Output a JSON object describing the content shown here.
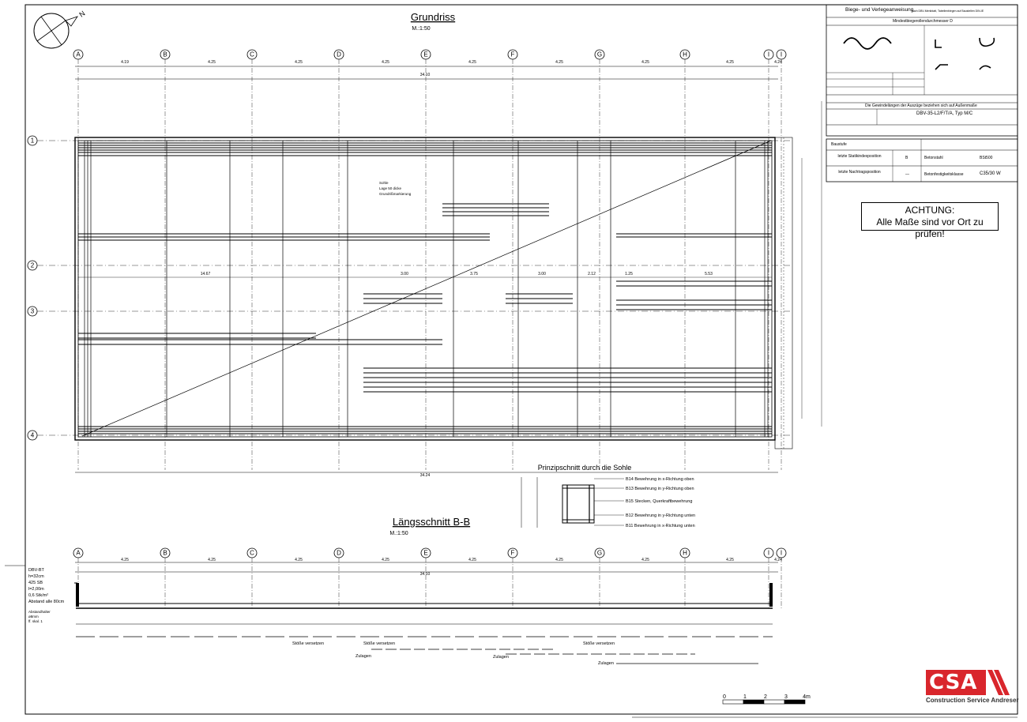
{
  "plan": {
    "title": "Grundriss",
    "scale": "M.:1:50",
    "north_label": "N",
    "axes_x": [
      "A",
      "B",
      "C",
      "D",
      "E",
      "F",
      "G",
      "H",
      "I",
      "I"
    ],
    "axes_y": [
      "1",
      "2",
      "3",
      "4"
    ],
    "span_dims": [
      "4.19",
      "4.25",
      "4.25",
      "4.25",
      "4.25",
      "4.25",
      "4.25",
      "4.25",
      "4.24"
    ],
    "total_dim": "34.10",
    "bottom_total_dim": "34.24",
    "inner_dims": [
      "14.67",
      "3.00",
      "3.75",
      "3.00",
      "2.12",
      "1.25",
      "5.53"
    ],
    "slab_note": [
      "Sohle",
      "Lage 50 dicke",
      "Grundrißmarkierung"
    ]
  },
  "section": {
    "title": "Längsschnitt B-B",
    "scale": "M.:1:50",
    "axes_x": [
      "A",
      "B",
      "C",
      "D",
      "E",
      "F",
      "G",
      "H",
      "I",
      "I"
    ],
    "span_dims": [
      "4.25",
      "4.25",
      "4.25",
      "4.25",
      "4.25",
      "4.25",
      "4.25",
      "4.25",
      "4.24"
    ],
    "total_dim": "34.10",
    "left_notes": [
      "DBV-BT",
      "h=32cm",
      "425 SB",
      "l=2,00m",
      "0,6 Stk/m²",
      "Abstand alle 80cm"
    ],
    "left_notes2": [
      "Abstandhalter",
      "ø8mm",
      "ff. skal. 1"
    ],
    "labels": [
      "Stöße versetzen",
      "Stöße versetzen",
      "Stöße versetzen",
      "Zulagen",
      "Zulagen",
      "Zulagen"
    ]
  },
  "principle": {
    "title": "Prinzipschnitt durch die Sohle",
    "items": [
      "B14 Bewehrung in x-Richtung oben",
      "B13 Bewehrung in y-Richtung oben",
      "B15 Stecken, Querkraftbewehrung",
      "B12 Bewehrung in y-Richtung unten",
      "B11 Bewehrung in x-Richtung unten"
    ]
  },
  "title_block": {
    "header": "Biege- und Verlegeanweisung",
    "header_note": "nach DBV-Merkblatt, Tabellenbiegen auf Baustellen DIN-IE",
    "subheader": "Mindestbiegerollendurchmesser D",
    "note_line": "Die Gewindelängen der Auszüge beziehen sich auf Außenmaße",
    "designation": "DBV-35-L2/F/T/A, Typ M/C",
    "row1_label": "letzte Statikindexposition",
    "row1_value": "B",
    "row1_right_label": "Betonstahl",
    "row1_right_value": "BSt500",
    "row2_label": "letzte Nachtragsposition",
    "row2_value": "—",
    "row2_right_label": "Betonfestigkeitsklasse",
    "row2_right_value": "C35/30 W",
    "header3": "Baustufe"
  },
  "notice": {
    "line1": "ACHTUNG:",
    "line2": "Alle Maße sind vor Ort zu prüfen!"
  },
  "scale_bar": {
    "labels": [
      "0",
      "1",
      "2",
      "3",
      "4m"
    ]
  },
  "logo": {
    "letters": "CSA",
    "company": "Construction Service Andreser",
    "color": "#d9262c"
  }
}
